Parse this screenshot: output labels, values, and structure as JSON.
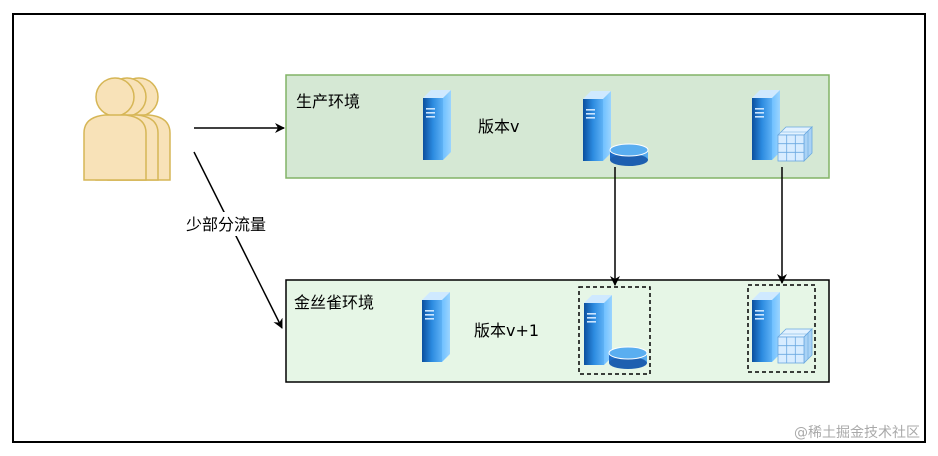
{
  "production_env": {
    "title": "生产环境",
    "version_label": "版本v"
  },
  "canary_env": {
    "title": "金丝雀环境",
    "version_label": "版本v+1"
  },
  "edges": {
    "partial_traffic_label": "少部分流量"
  },
  "watermark": "@稀土掘金技术社区",
  "colors": {
    "production_fill": "#d5e8d4",
    "production_border": "#82b366",
    "canary_fill": "#e6f6e6",
    "canary_border": "#000000",
    "users_fill": "#f8e2b8",
    "users_stroke": "#d6b656",
    "server_blue": "#1e78d0"
  },
  "icons": {
    "users": "users-icon",
    "app_server": "server-icon",
    "db_server": "database-server-icon",
    "cache_server": "cache-server-icon"
  }
}
